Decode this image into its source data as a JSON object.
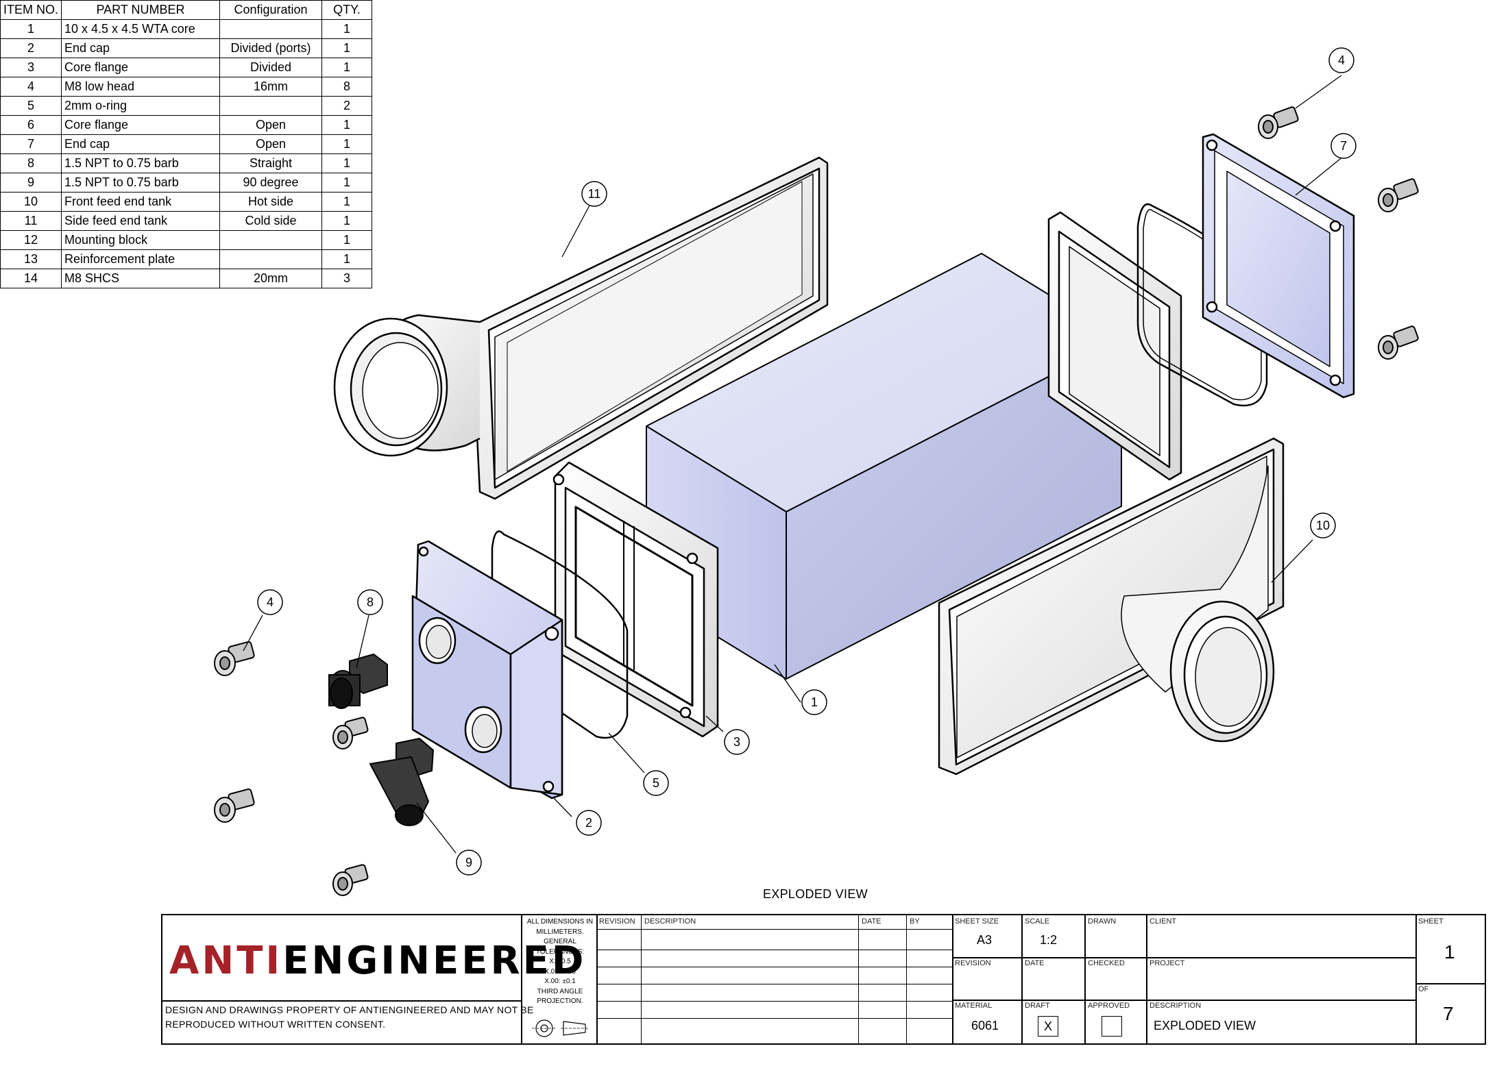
{
  "table": {
    "headers": [
      "ITEM NO.",
      "PART NUMBER",
      "Configuration",
      "QTY."
    ],
    "rows": [
      [
        "1",
        "10 x 4.5 x 4.5 WTA core",
        "",
        "1"
      ],
      [
        "2",
        "End cap",
        "Divided (ports)",
        "1"
      ],
      [
        "3",
        "Core flange",
        "Divided",
        "1"
      ],
      [
        "4",
        "M8 low head",
        "16mm",
        "8"
      ],
      [
        "5",
        "2mm o-ring",
        "",
        "2"
      ],
      [
        "6",
        "Core flange",
        "Open",
        "1"
      ],
      [
        "7",
        "End cap",
        "Open",
        "1"
      ],
      [
        "8",
        "1.5 NPT to 0.75 barb",
        "Straight",
        "1"
      ],
      [
        "9",
        "1.5 NPT to 0.75 barb",
        "90 degree",
        "1"
      ],
      [
        "10",
        "Front feed end tank",
        "Hot side",
        "1"
      ],
      [
        "11",
        "Side feed end tank",
        "Cold side",
        "1"
      ],
      [
        "12",
        "Mounting block",
        "",
        "1"
      ],
      [
        "13",
        "Reinforcement plate",
        "",
        "1"
      ],
      [
        "14",
        "M8 SHCS",
        "20mm",
        "3"
      ]
    ]
  },
  "balloons": {
    "b1": "1",
    "b2": "2",
    "b3": "3",
    "b4a": "4",
    "b4b": "4",
    "b5": "5",
    "b7": "7",
    "b8": "8",
    "b9": "9",
    "b10": "10",
    "b11": "11"
  },
  "view_caption": "EXPLODED VIEW",
  "title_block": {
    "logo_part1": "ANTI",
    "logo_part2": "ENGINEERED",
    "copyright": "DESIGN AND DRAWINGS PROPERTY OF ANTIENGINEERED AND MAY NOT BE REPRODUCED WITHOUT WRITTEN CONSENT.",
    "tolerances": [
      "ALL DIMENSIONS IN",
      "MILLIMETERS.",
      "GENERAL",
      "TOLERANCES:",
      "X: ±0.5",
      "X.0: ±0.25",
      "X.00: ±0.1",
      "THIRD ANGLE",
      "PROJECTION."
    ],
    "revision_header": "REVISION",
    "description_header": "DESCRIPTION",
    "date_header": "DATE",
    "by_header": "BY",
    "sheet_size_label": "SHEET SIZE",
    "sheet_size": "A3",
    "scale_label": "SCALE",
    "scale": "1:2",
    "drawn_label": "DRAWN",
    "client_label": "CLIENT",
    "revision_label": "REVISION",
    "date_label": "DATE",
    "checked_label": "CHECKED",
    "project_label": "PROJECT",
    "material_label": "MATERIAL",
    "material": "6061",
    "draft_label": "DRAFT",
    "draft_mark": "X",
    "approved_label": "APPROVED",
    "description_label": "DESCRIPTION",
    "description": "EXPLODED VIEW",
    "sheet_label": "SHEET",
    "sheet": "1",
    "of_label": "OF",
    "of": "7"
  },
  "colors": {
    "logo_accent": "#a52228",
    "core_fill": "#c9cdee",
    "flange_fill": "#d7daf3"
  }
}
